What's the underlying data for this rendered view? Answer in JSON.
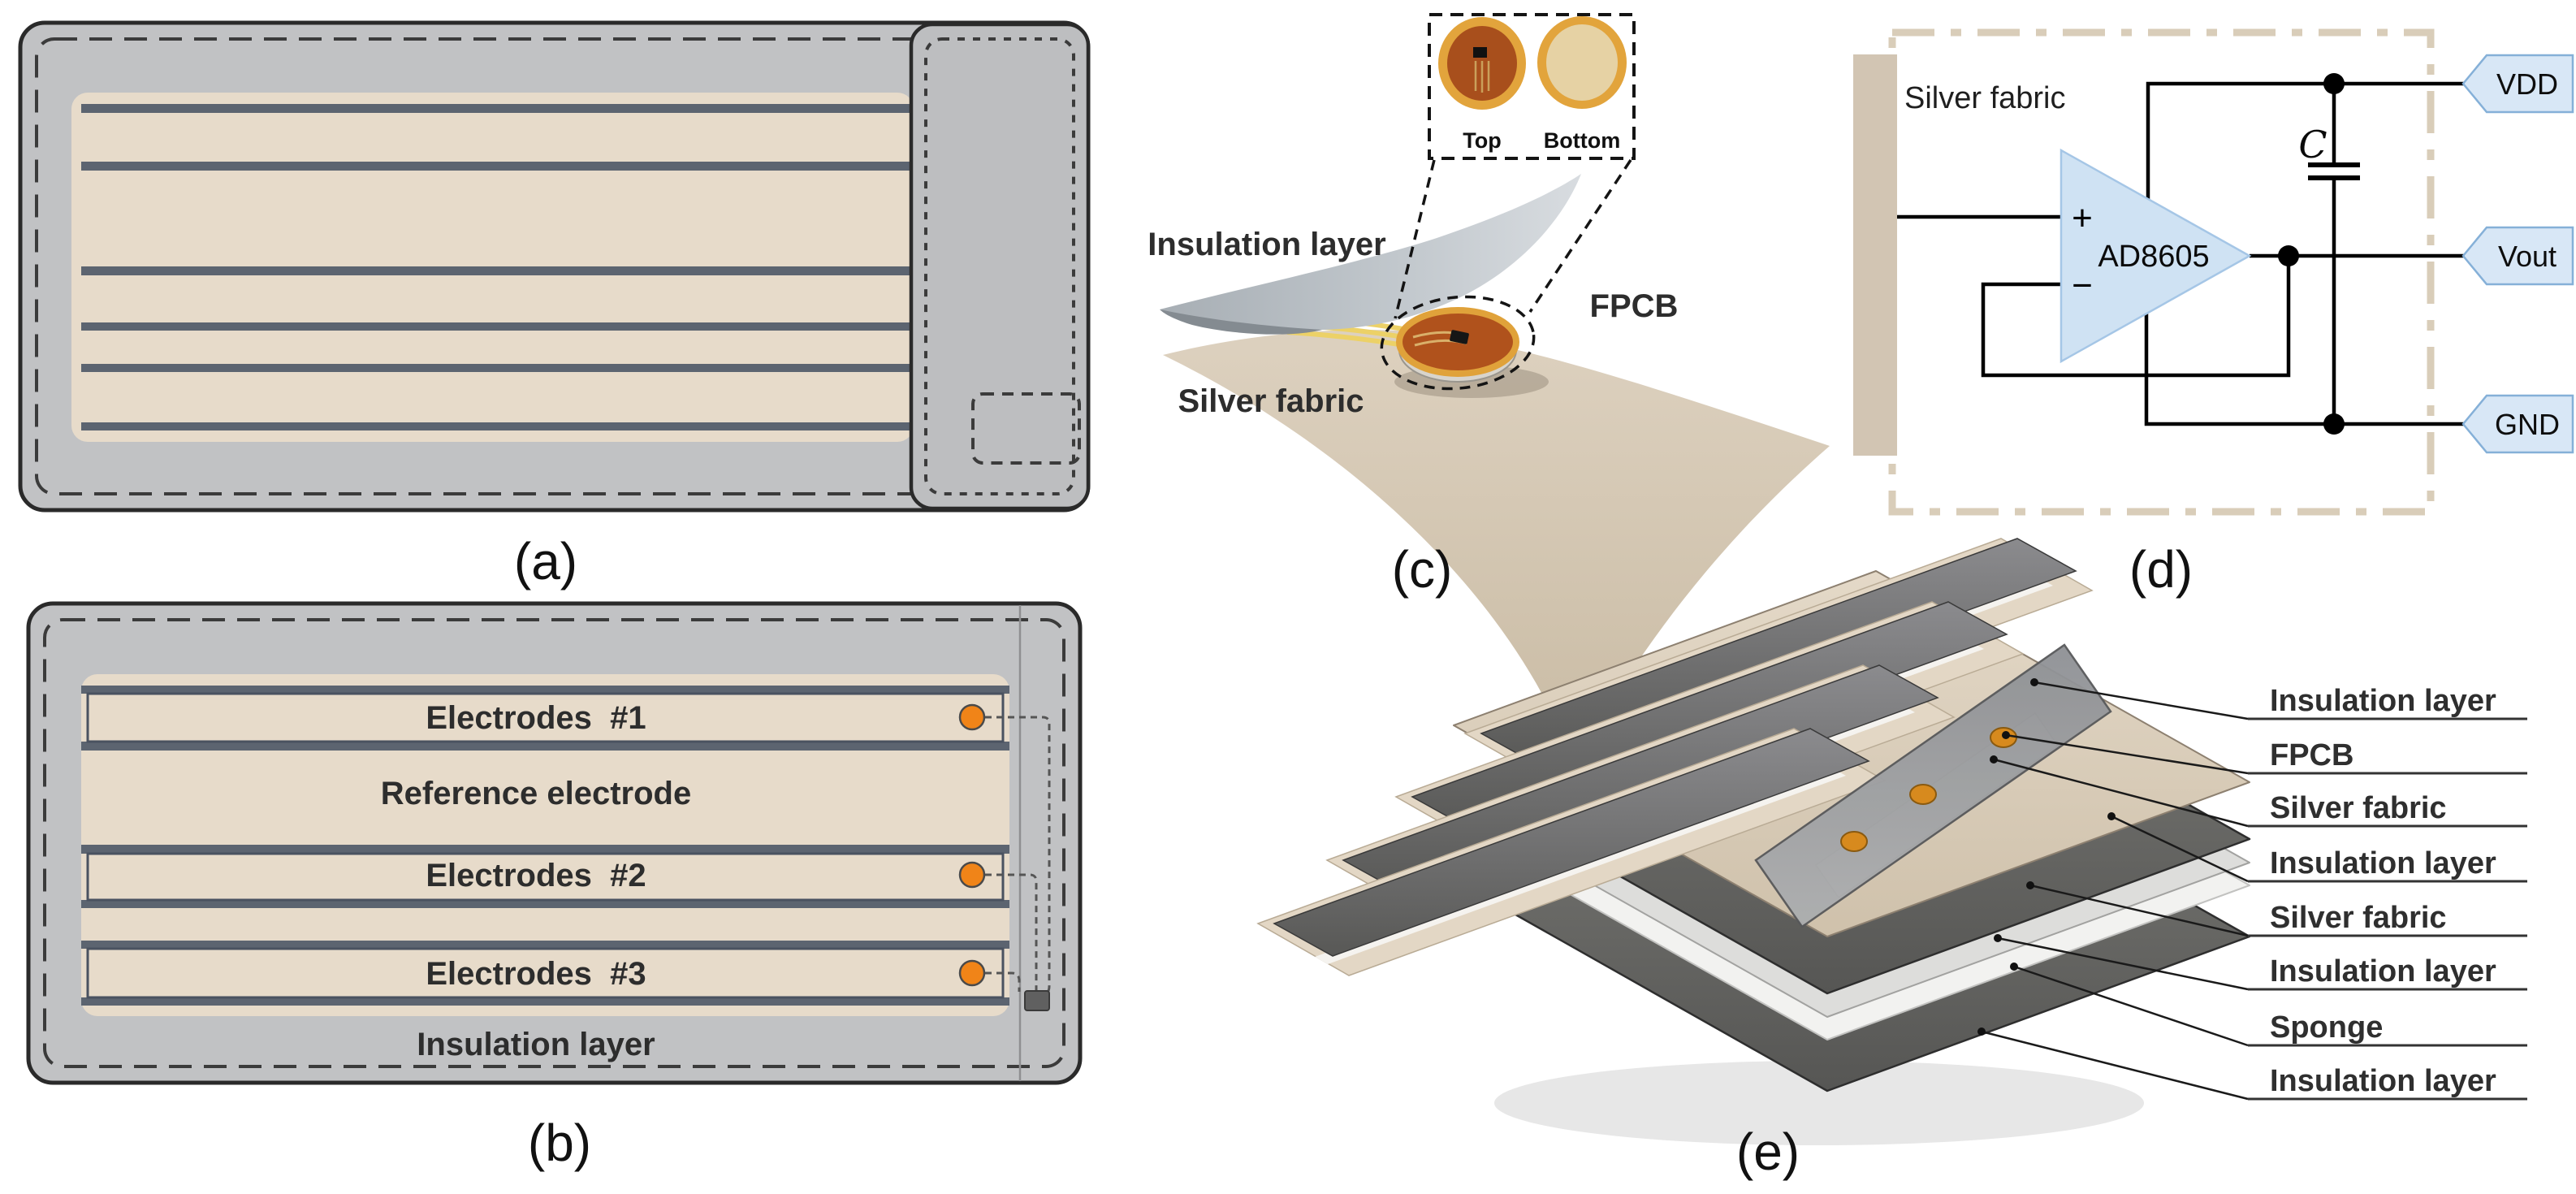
{
  "figure": {
    "type": "scientific-multipanel-diagram",
    "description": "Textile pressure/ECG sensor device schematic with five panels"
  },
  "panels": {
    "a": {
      "caption": "(a)"
    },
    "b": {
      "caption": "(b)",
      "electrodes1": "Electrodes  #1",
      "reference": "Reference electrode",
      "electrodes2": "Electrodes  #2",
      "electrodes3": "Electrodes  #3",
      "insulation": "Insulation layer"
    },
    "c": {
      "caption": "(c)",
      "inset": {
        "top_label": "Top",
        "bottom_label": "Bottom"
      },
      "insulation_label": "Insulation layer",
      "fpcb_label": "FPCB",
      "silver_fabric_label": "Silver fabric"
    },
    "d": {
      "caption": "(d)",
      "silver_fabric_label": "Silver fabric",
      "opamp_label": "AD8605",
      "plus": "+",
      "minus": "−",
      "capacitor_label": "C",
      "tags": [
        "VDD",
        "Vout",
        "GND"
      ]
    },
    "e": {
      "caption": "(e)",
      "labels": [
        "Insulation layer",
        "FPCB",
        "Silver fabric",
        "Insulation layer",
        "Silver fabric",
        "Insulation layer",
        "Sponge",
        "Insulation layer"
      ]
    }
  },
  "colors": {
    "device_gray": "#c1c2c4",
    "panel_tan": "#e7dbca",
    "electrode_bar_slate": "#5c6470",
    "pad_orange": "#f08418",
    "opamp_fill_blue": "#cfe2f3",
    "tag_fill_blue": "#d8e7f6",
    "circuit_border_tan": "#d9cdb9",
    "fpcb_copper": "#b0521c",
    "fpcb_ring_gold": "#e0a23a"
  }
}
